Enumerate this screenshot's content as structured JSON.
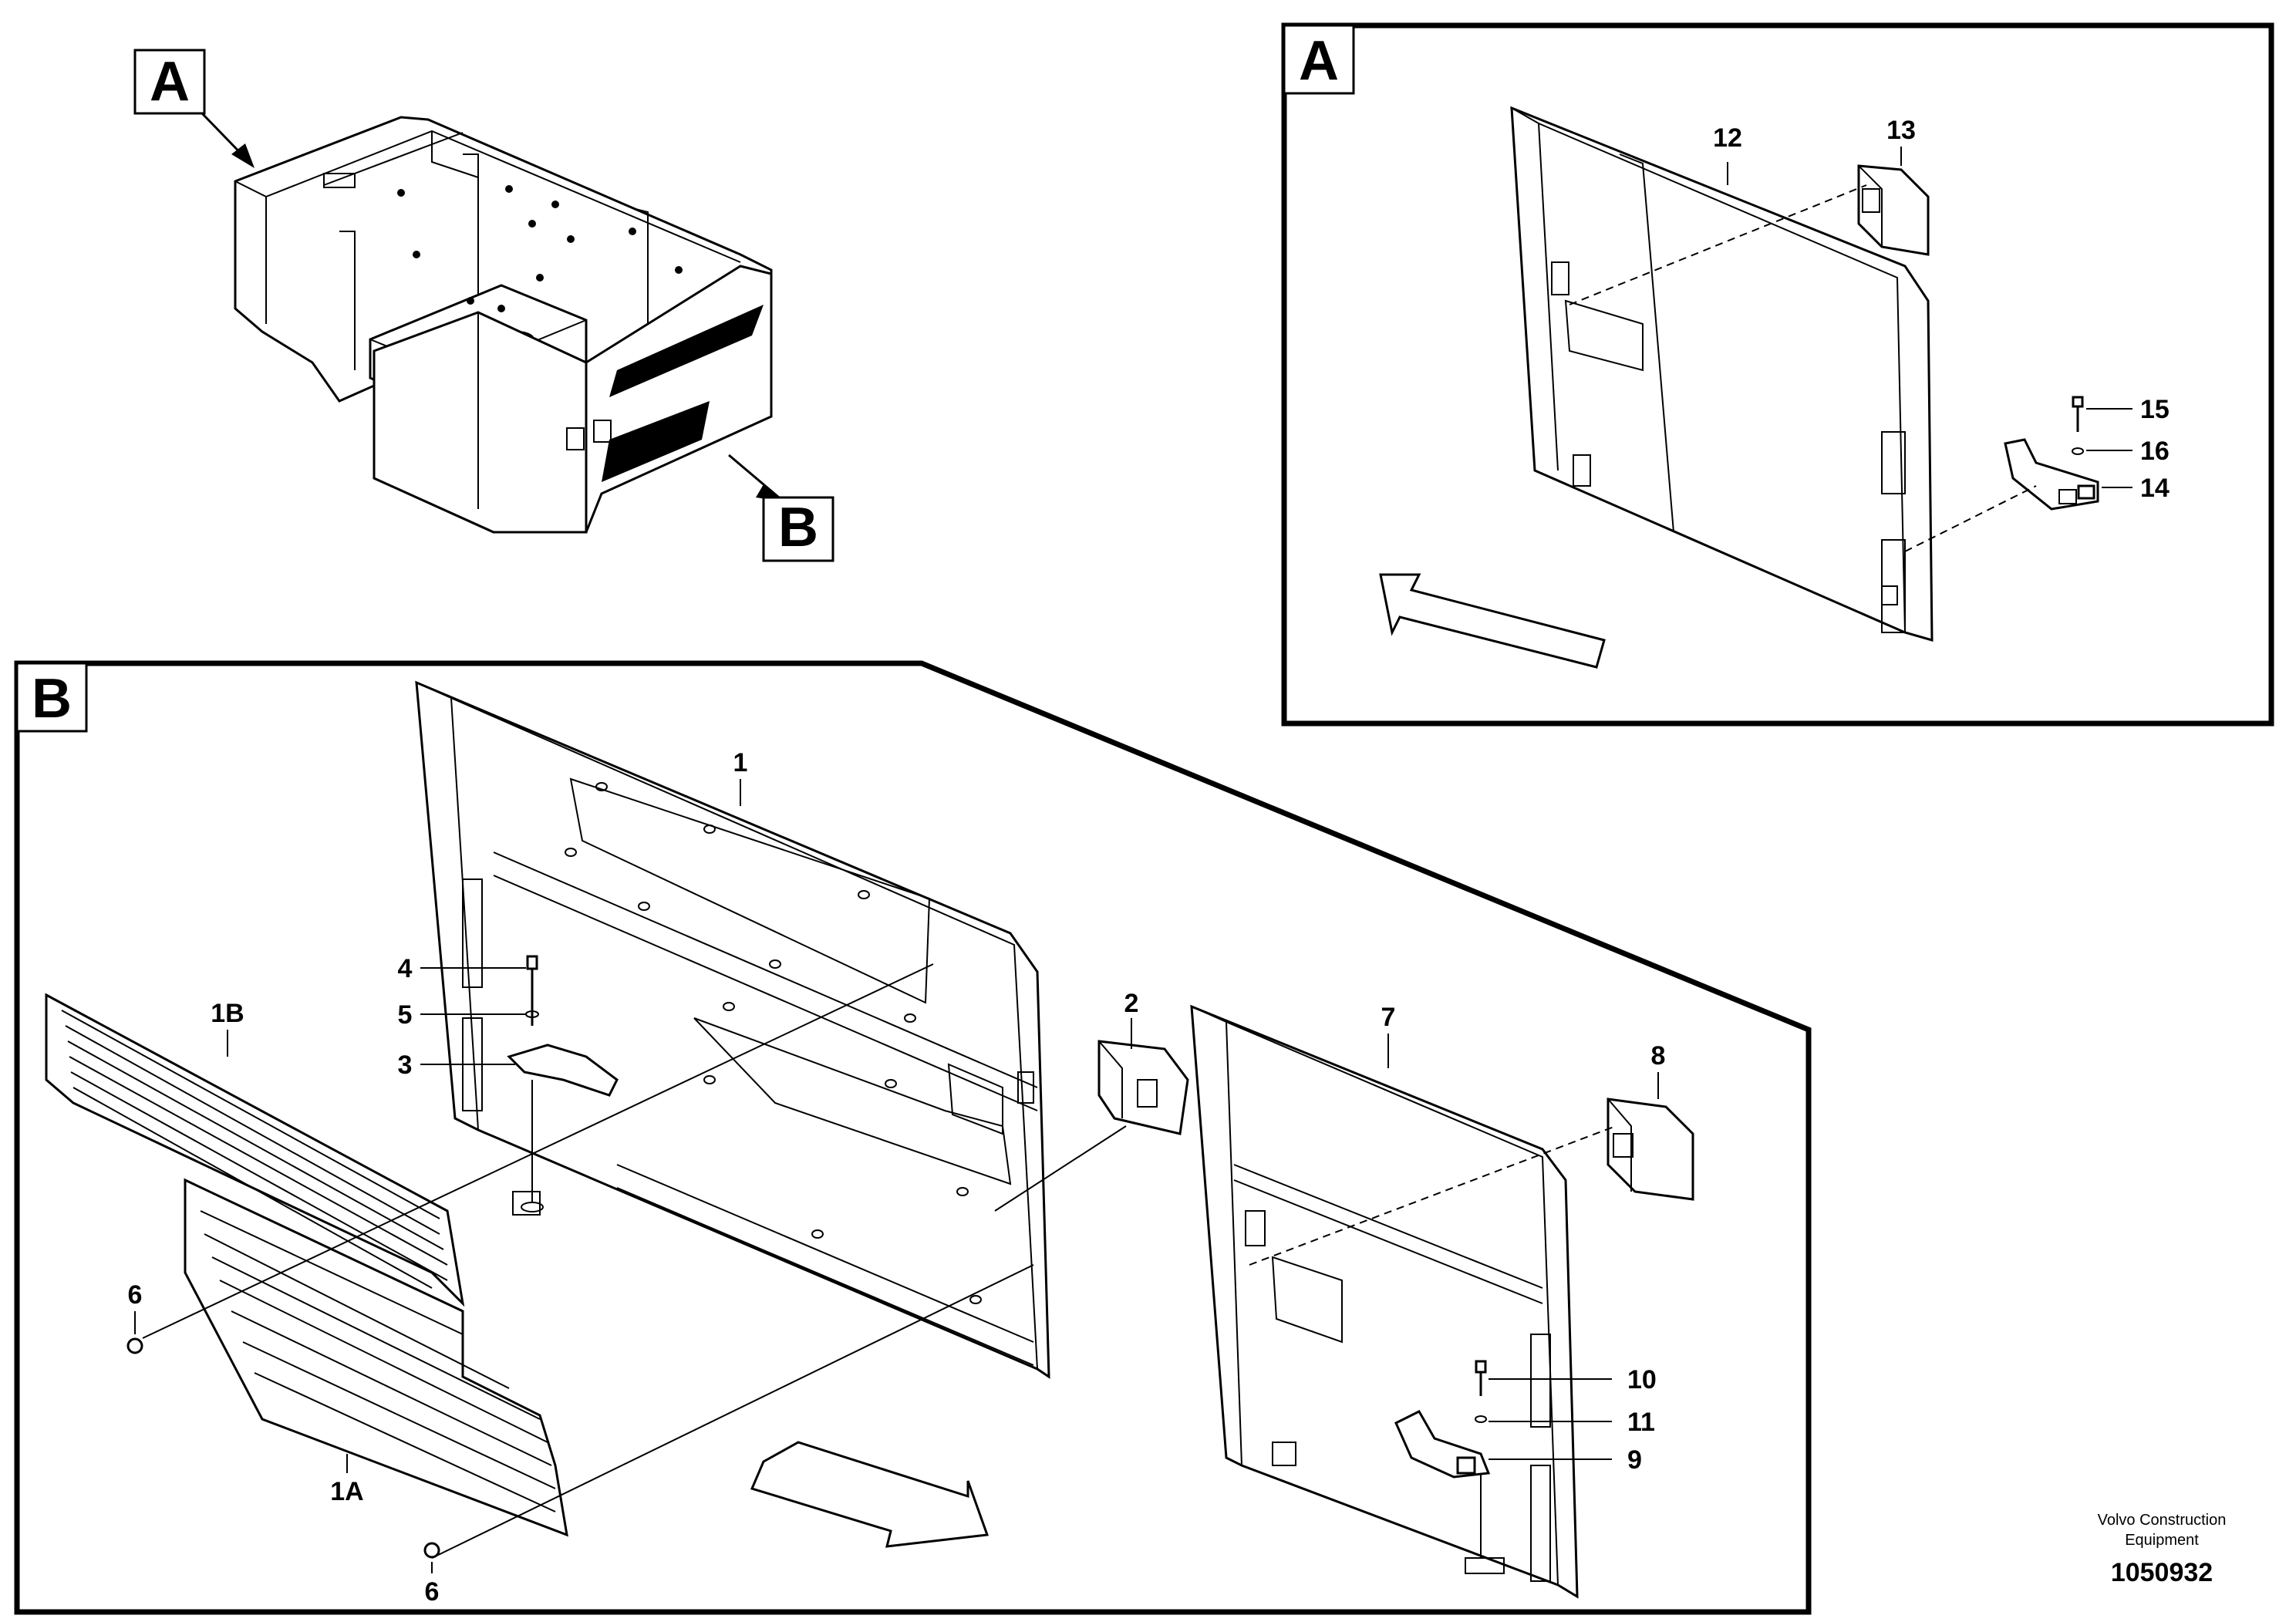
{
  "callouts": {
    "overview_a": "A",
    "overview_b": "B",
    "detail_a": "A",
    "detail_b": "B"
  },
  "labels": {
    "p1": "1",
    "p1A": "1A",
    "p1B": "1B",
    "p2": "2",
    "p3": "3",
    "p4": "4",
    "p5": "5",
    "p6a": "6",
    "p6b": "6",
    "p7": "7",
    "p8": "8",
    "p9": "9",
    "p10": "10",
    "p11": "11",
    "p12": "12",
    "p13": "13",
    "p14": "14",
    "p15": "15",
    "p16": "16"
  },
  "footer": {
    "brand_line1": "Volvo Construction",
    "brand_line2": "Equipment",
    "doc_number": "1050932"
  }
}
